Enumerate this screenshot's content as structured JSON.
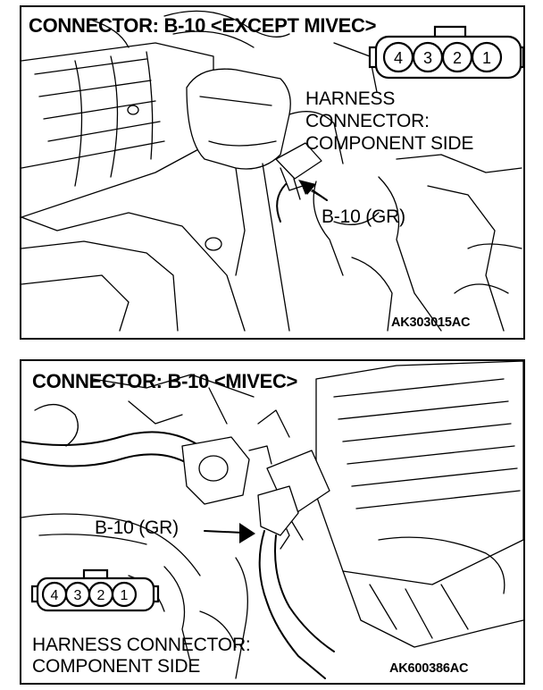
{
  "panels": [
    {
      "title": "CONNECTOR: B-10 <EXCEPT MIVEC>",
      "label_lines": [
        "HARNESS",
        "CONNECTOR:",
        "COMPONENT SIDE"
      ],
      "connector_label": "B-10 (GR)",
      "pins": [
        "4",
        "3",
        "2",
        "1"
      ],
      "code": "AK303015AC"
    },
    {
      "title": "CONNECTOR: B-10 <MIVEC>",
      "label_lines": [
        "HARNESS CONNECTOR:",
        "COMPONENT SIDE"
      ],
      "connector_label": "B-10 (GR)",
      "pins": [
        "4",
        "3",
        "2",
        "1"
      ],
      "code": "AK600386AC"
    }
  ]
}
